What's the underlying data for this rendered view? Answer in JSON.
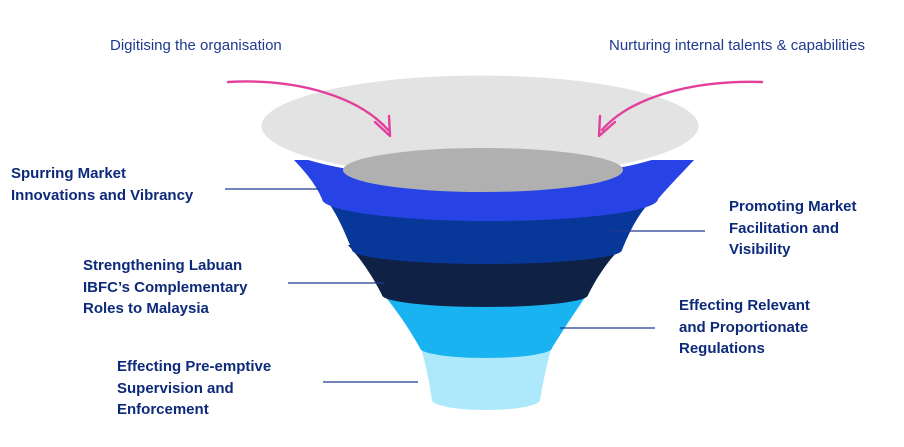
{
  "inputs": {
    "left": "Digitising the organisation",
    "right": "Nurturing internal talents & capabilities"
  },
  "stages": [
    {
      "label": "Spurring Market\nInnovations and Vibrancy",
      "color": "#2743e6"
    },
    {
      "label": "Promoting Market\nFacilitation and\nVisibility",
      "color": "#08379a"
    },
    {
      "label": "Strengthening Labuan\nIBFC’s Complementary\nRoles to Malaysia",
      "color": "#0f2245"
    },
    {
      "label": "Effecting Relevant\nand Proportionate\nRegulations",
      "color": "#19b3f1"
    },
    {
      "label": "Effecting Pre-emptive\nSupervision and\nEnforcement",
      "color": "#aee9fb"
    }
  ],
  "colors": {
    "rim": "#e3e3e3",
    "inner": "#b0b0b0",
    "arrow": "#e23e9c",
    "connector": "#1f3a8f"
  }
}
